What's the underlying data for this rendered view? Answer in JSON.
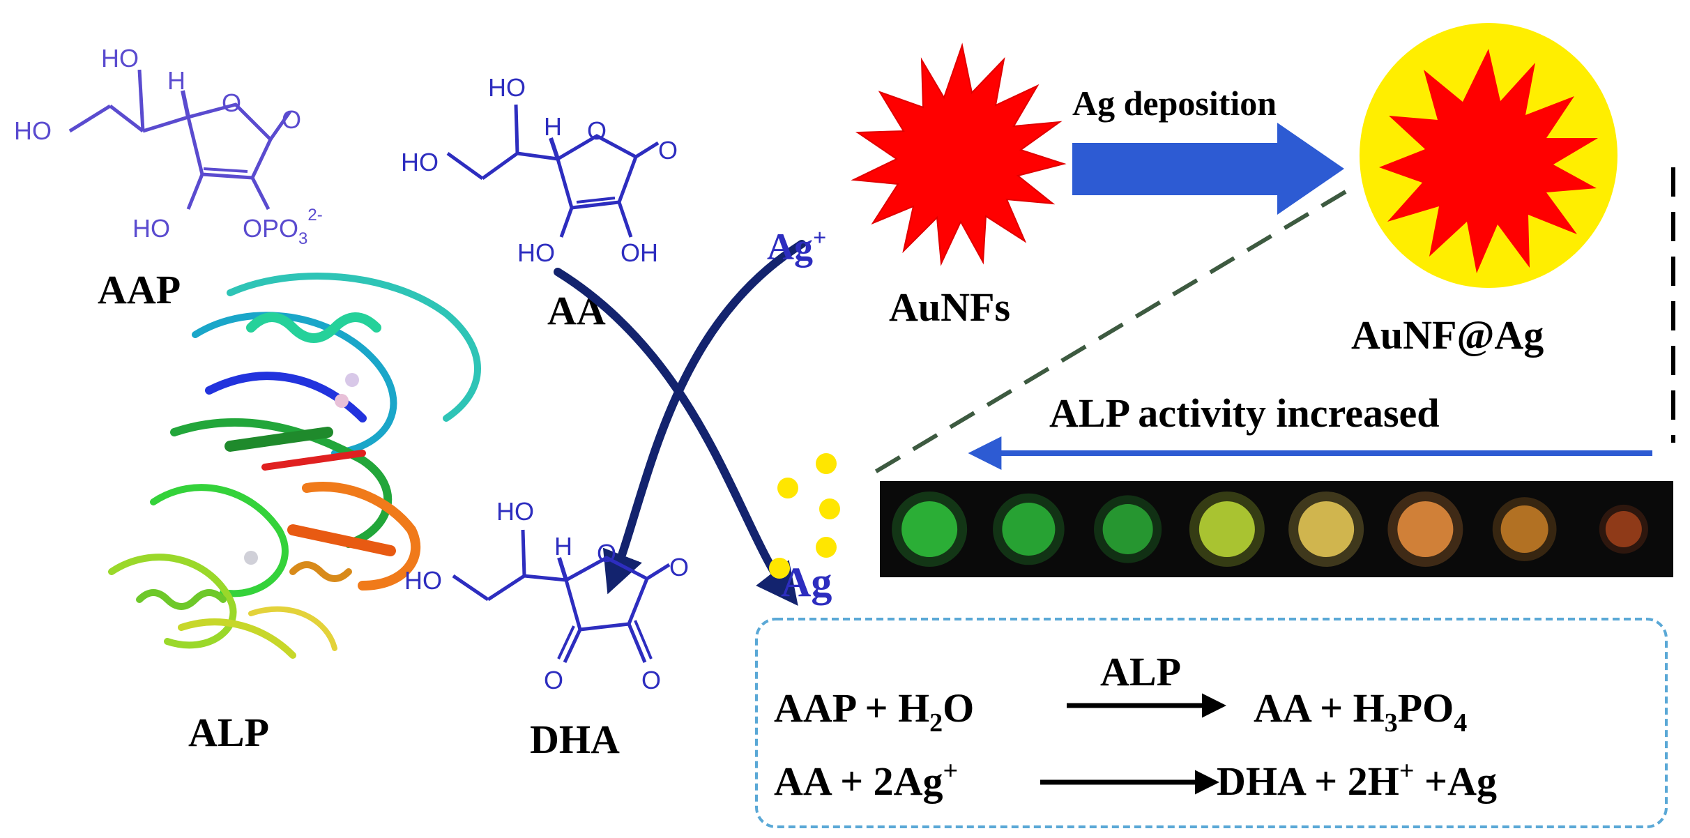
{
  "molecules": {
    "aap": {
      "label": "AAP",
      "atoms": {
        "ho_top": "HO",
        "ho_left": "HO",
        "h": "H",
        "o_ring": "O",
        "o_carbonyl": "O",
        "ho_bottom": "HO",
        "opo3": "OPO",
        "opo3_sub": "3",
        "opo3_sup": "2-"
      }
    },
    "aa": {
      "label": "AA",
      "atoms": {
        "ho_top": "HO",
        "ho_left": "HO",
        "h": "H",
        "o_ring": "O",
        "o_carbonyl": "O",
        "ho_bottom": "HO",
        "oh": "OH"
      }
    },
    "dha": {
      "label": "DHA",
      "atoms": {
        "ho_top": "HO",
        "ho_left": "HO",
        "h": "H",
        "o_ring": "O",
        "o_carbonyl": "O",
        "o_bottom_left": "O",
        "o_bottom_right": "O"
      }
    },
    "alp_label": "ALP"
  },
  "silver": {
    "ag_ion": "Ag",
    "ag_ion_sup": "+",
    "ag": "Ag"
  },
  "nanoflowers": {
    "aunfs_label": "AuNFs",
    "aunf_ag_label": "AuNF@Ag",
    "deposition_label": "Ag deposition",
    "activity_label": "ALP activity increased"
  },
  "equations": {
    "eq1": {
      "left": "AAP + H",
      "left_sub": "2",
      "left_end": "O",
      "arrow_label": "ALP",
      "right": "AA + H",
      "right_sub1": "3",
      "right_mid": "PO",
      "right_sub2": "4"
    },
    "eq2": {
      "left": "AA + 2Ag",
      "left_sup": "+",
      "right": "DHA + 2H",
      "right_sup": "+",
      "right_end": " +Ag"
    }
  },
  "dot_colors": [
    "#2fbb3a",
    "#2aae36",
    "#29a233",
    "#b6d234",
    "#e0c354",
    "#e08a3c",
    "#c07a26",
    "#9a3e1a"
  ],
  "colors": {
    "molecule_blue": "#2d2dbf",
    "aap_violet": "#5a4bcf",
    "curve_navy": "#13236e",
    "arrow_blue": "#2d5bd3",
    "flower_red": "#ff0000",
    "shell_yellow": "#ffee00",
    "ag_dot_yellow": "#ffe600",
    "dash_green": "#3d5a40",
    "box_border": "#5aa8d6"
  }
}
